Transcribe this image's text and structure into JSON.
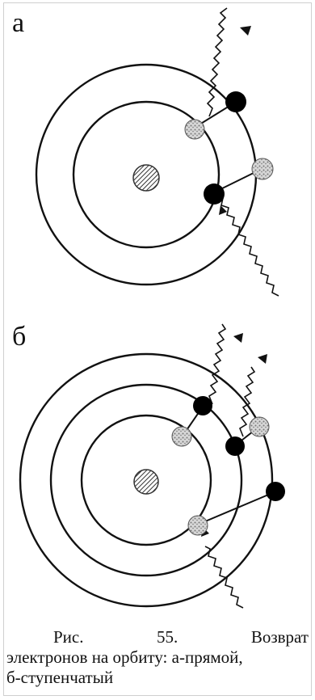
{
  "figure": {
    "panel_a_label": "а",
    "panel_b_label": "б",
    "caption": {
      "word_fig": "Рис.",
      "number": "55.",
      "word_return": "Возврат",
      "line2": "электронов на орбиту: а-прямой,",
      "line3": "б-ступенчатый"
    }
  },
  "colors": {
    "line": "#111111",
    "electron": "#000000",
    "vacancy": "#b5b5b5",
    "nucleus": "#5a5a5a"
  }
}
